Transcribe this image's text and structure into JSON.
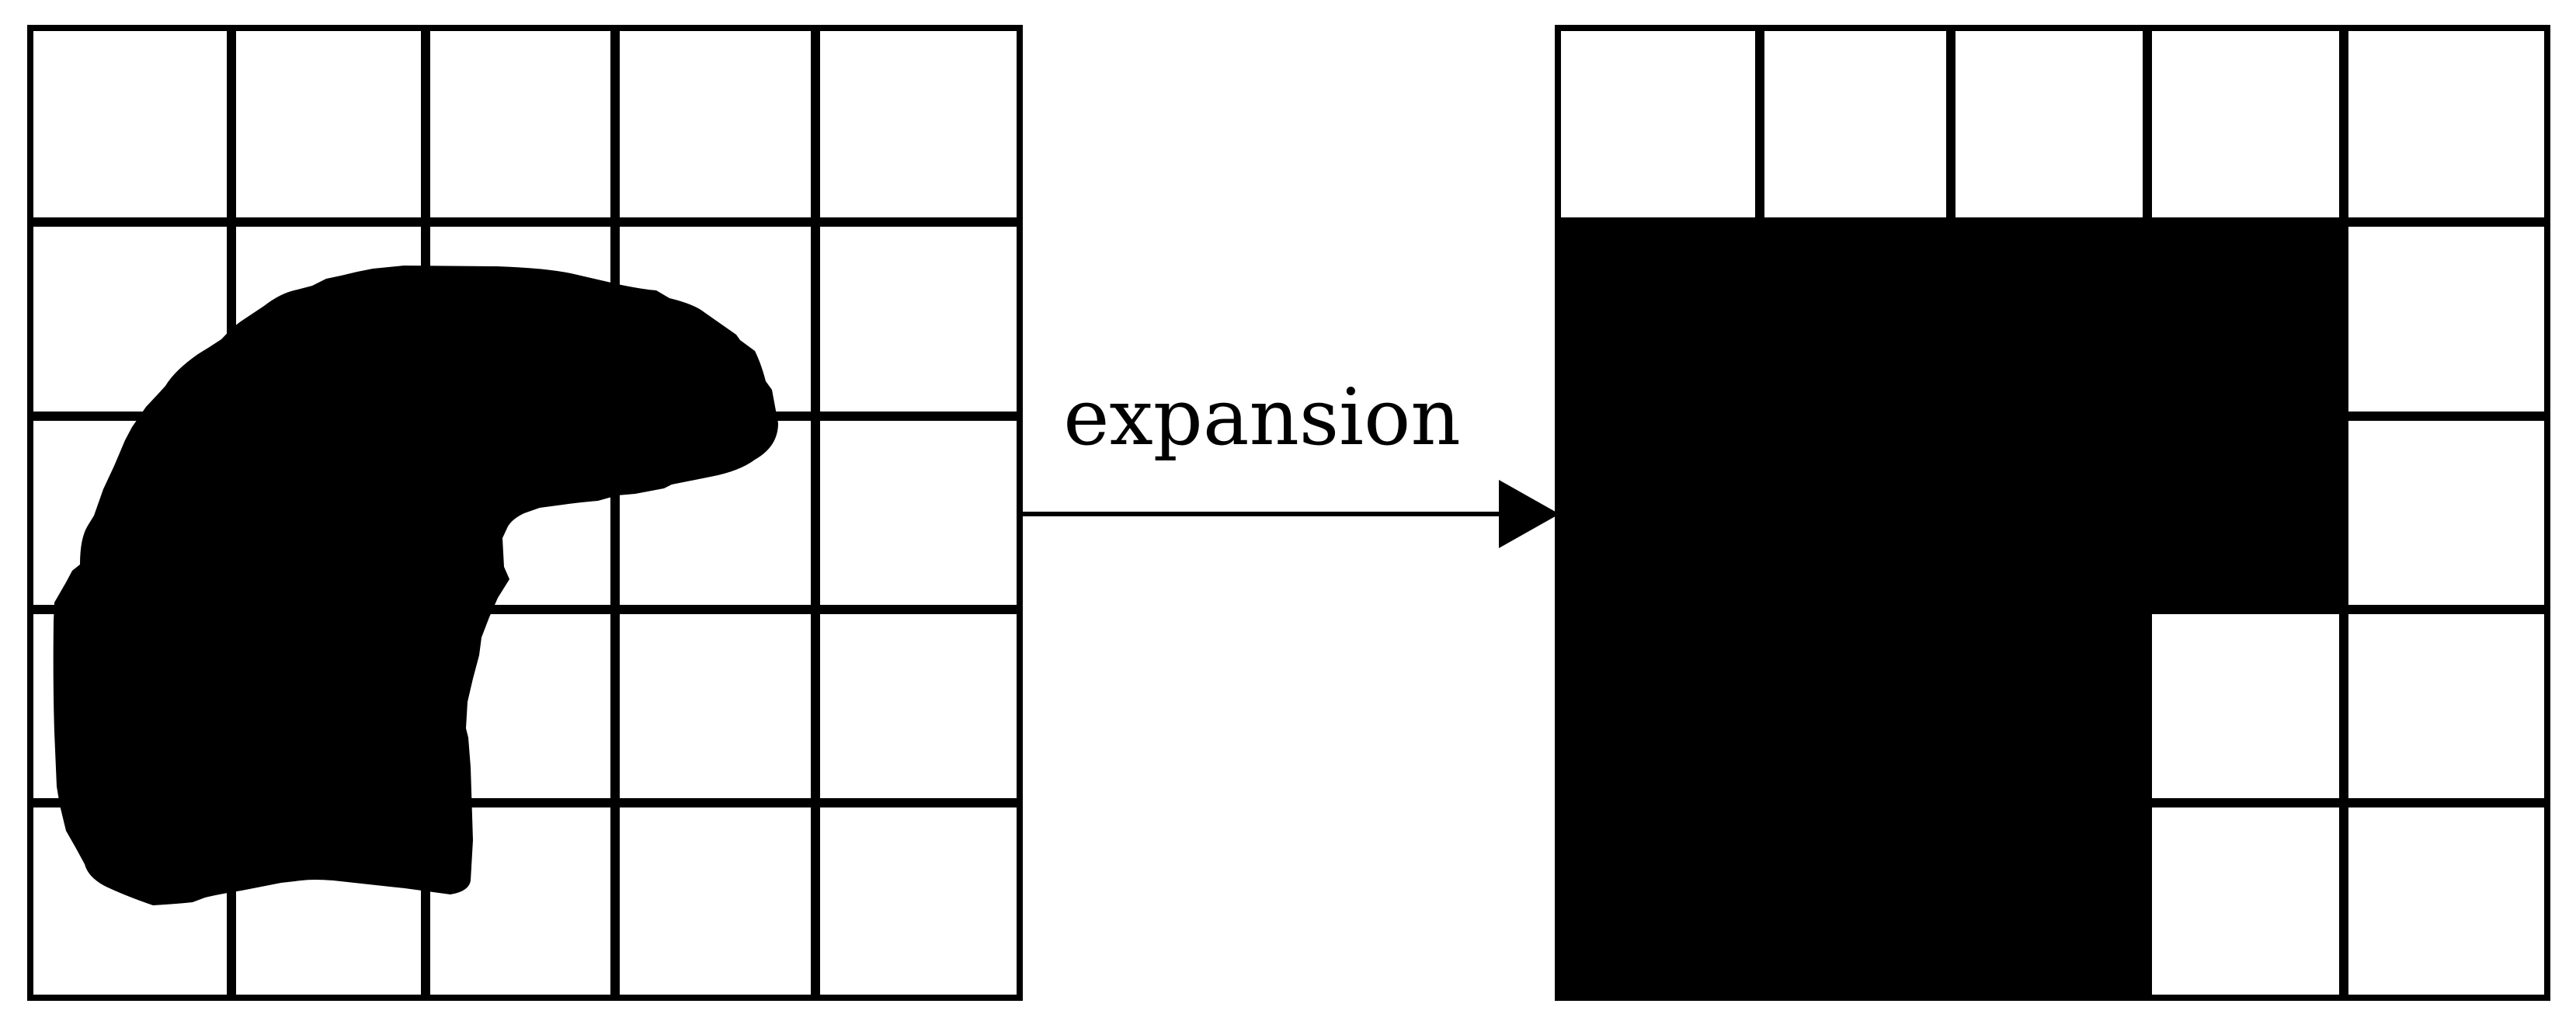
{
  "diagram": {
    "arrow_label": "expansion",
    "grid": {
      "rows": 5,
      "cols": 5
    },
    "expanded_cells": [
      [
        false,
        false,
        false,
        false,
        false
      ],
      [
        true,
        true,
        true,
        true,
        false
      ],
      [
        true,
        true,
        true,
        true,
        false
      ],
      [
        true,
        true,
        true,
        false,
        false
      ],
      [
        true,
        true,
        true,
        false,
        false
      ]
    ],
    "colors": {
      "ink": "#000000",
      "background": "#ffffff"
    }
  }
}
